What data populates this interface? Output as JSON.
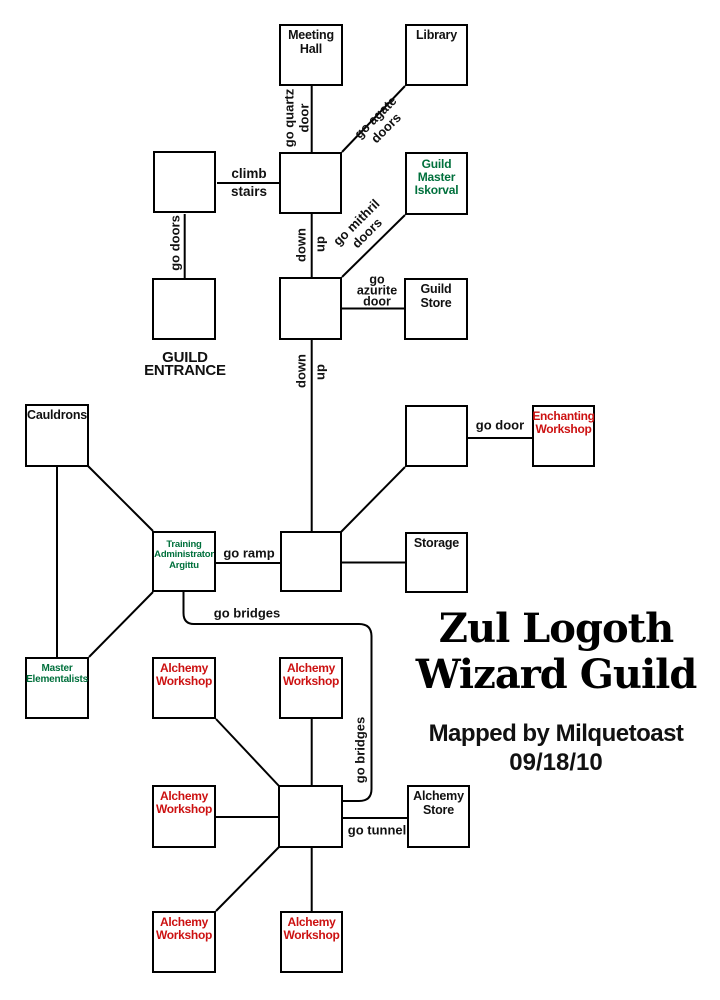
{
  "title": {
    "line1": "Zul Logoth",
    "line2": "Wizard Guild",
    "credit": "Mapped by Milquetoast",
    "date": "09/18/10"
  },
  "caption": "GUILD\nENTRANCE",
  "colors": {
    "line": "#000000",
    "room_border": "#000000",
    "text_black": "#111111",
    "npc_green": "#00703c",
    "workshop_red": "#cc1111",
    "background": "#ffffff"
  },
  "rooms": [
    {
      "id": "meeting-hall",
      "label": "Meeting\nHall",
      "type": "room"
    },
    {
      "id": "library",
      "label": "Library",
      "type": "room"
    },
    {
      "id": "stairs-landing",
      "label": "",
      "type": "room"
    },
    {
      "id": "upper-hall",
      "label": "",
      "type": "room"
    },
    {
      "id": "guild-master",
      "label": "Guild\nMaster\nIskorval",
      "type": "npc"
    },
    {
      "id": "guild-entrance",
      "label": "",
      "type": "room"
    },
    {
      "id": "main-hall",
      "label": "",
      "type": "room"
    },
    {
      "id": "guild-store",
      "label": "Guild\nStore",
      "type": "room"
    },
    {
      "id": "cauldrons",
      "label": "Cauldrons",
      "type": "room"
    },
    {
      "id": "junction",
      "label": "",
      "type": "room"
    },
    {
      "id": "enchanting-workshop",
      "label": "Enchanting\nWorkshop",
      "type": "workshop"
    },
    {
      "id": "training-administrator",
      "label": "Training\nAdministrator\nArgittu",
      "type": "npc"
    },
    {
      "id": "lower-hall",
      "label": "",
      "type": "room"
    },
    {
      "id": "storage",
      "label": "Storage",
      "type": "room"
    },
    {
      "id": "master-elementalists",
      "label": "Master\nElementalists",
      "type": "npc"
    },
    {
      "id": "alchemy-workshop-nw",
      "label": "Alchemy\nWorkshop",
      "type": "workshop"
    },
    {
      "id": "alchemy-workshop-n",
      "label": "Alchemy\nWorkshop",
      "type": "workshop"
    },
    {
      "id": "alchemy-workshop-w",
      "label": "Alchemy\nWorkshop",
      "type": "workshop"
    },
    {
      "id": "alchemy-hub",
      "label": "",
      "type": "room"
    },
    {
      "id": "alchemy-store",
      "label": "Alchemy\nStore",
      "type": "room"
    },
    {
      "id": "alchemy-workshop-sw",
      "label": "Alchemy\nWorkshop",
      "type": "workshop"
    },
    {
      "id": "alchemy-workshop-s",
      "label": "Alchemy\nWorkshop",
      "type": "workshop"
    }
  ],
  "edges": [
    {
      "id": "climb-stairs",
      "label": "climb\nstairs"
    },
    {
      "id": "go-quartz-door",
      "label": "go quartz\ndoor"
    },
    {
      "id": "go-agate-doors",
      "label": "go agate\ndoors"
    },
    {
      "id": "go-doors",
      "label": "go doors"
    },
    {
      "id": "down-upper",
      "label": "down"
    },
    {
      "id": "up-upper",
      "label": "up"
    },
    {
      "id": "go-mithril-doors",
      "label": "go mithril\ndoors"
    },
    {
      "id": "go-azurite-door",
      "label": "go\nazurite\ndoor"
    },
    {
      "id": "down-lower",
      "label": "down"
    },
    {
      "id": "up-lower",
      "label": "up"
    },
    {
      "id": "go-door",
      "label": "go door"
    },
    {
      "id": "go-ramp",
      "label": "go ramp"
    },
    {
      "id": "go-bridges-horizontal",
      "label": "go bridges"
    },
    {
      "id": "go-bridges-vertical",
      "label": "go bridges"
    },
    {
      "id": "go-tunnel",
      "label": "go tunnel"
    }
  ]
}
